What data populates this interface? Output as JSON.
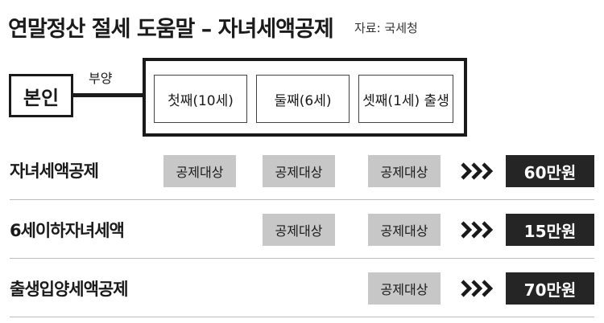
{
  "header": {
    "title": "연말정산 절세 도움말 – 자녀세액공제",
    "source": "자료: 국세청"
  },
  "diagram": {
    "self_label": "본인",
    "dependent_label": "부양",
    "children": [
      "첫째(10세)",
      "둘째(6세)",
      "셋째(1세) 출생"
    ]
  },
  "rows": [
    {
      "label": "자녀세액공제",
      "tags": [
        "공제대상",
        "공제대상",
        "공제대상"
      ],
      "amount": "60만원"
    },
    {
      "label": "6세이하자녀세액",
      "tags": [
        "공제대상",
        "공제대상"
      ],
      "amount": "15만원"
    },
    {
      "label": "출생입양세액공제",
      "tags": [
        "공제대상"
      ],
      "amount": "70만원"
    }
  ],
  "colors": {
    "tag_bg": "#c7c7c7",
    "amount_bg": "#252525",
    "text": "#1a1a1a"
  },
  "icons": {
    "arrow": "triple-chevron-right-icon"
  }
}
